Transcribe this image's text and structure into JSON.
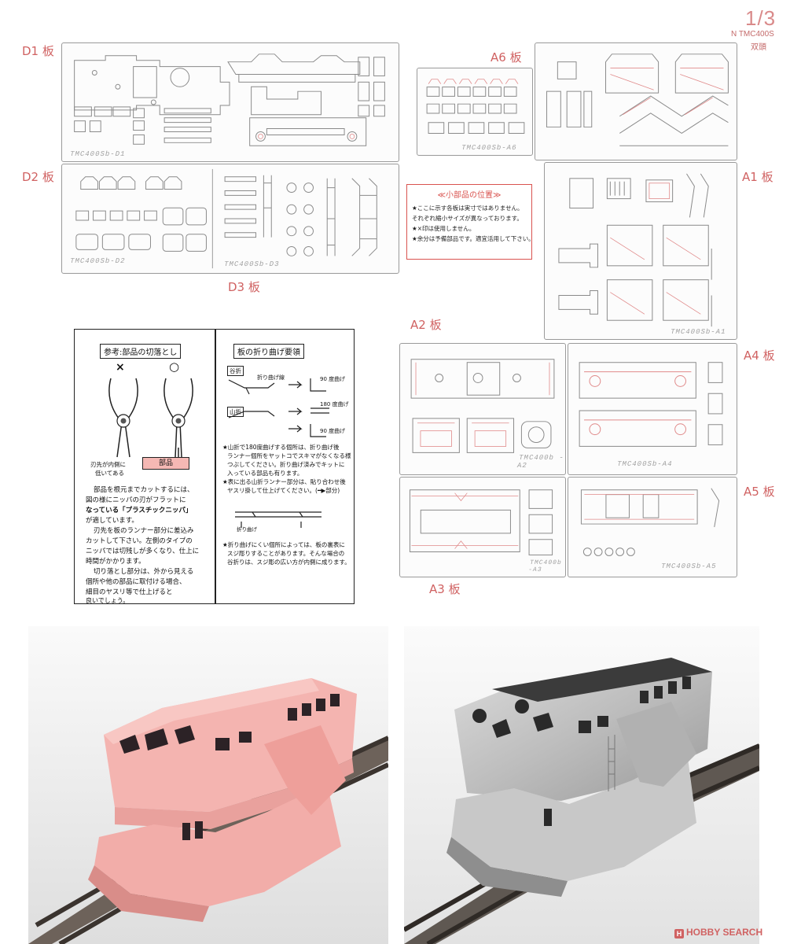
{
  "header": {
    "page": "1/3",
    "product_code": "N TMC400S",
    "variant": "双頭"
  },
  "plates": {
    "d1": "D1 板",
    "d2": "D2 板",
    "d3": "D3 板",
    "a1": "A1 板",
    "a2": "A2 板",
    "a3": "A3 板",
    "a4": "A4 板",
    "a5": "A5 板",
    "a6": "A6 板"
  },
  "sheet_codes": {
    "d1": "TMC400Sb-D1",
    "d2": "TMC400Sb-D2",
    "d3": "TMC400Sb-D3",
    "a1": "TMC400Sb-A1",
    "a2": "TMC400b -A2",
    "a3": "TMC400b -A3",
    "a4": "TMC400Sb-A4",
    "a5": "TMC400Sb-A5",
    "a6": "TMC400Sb-A6"
  },
  "notice": {
    "title": "≪小部品の位置≫",
    "lines": [
      "★ここに示す各板は実寸ではありません。",
      "それぞれ縮小サイズが異なっております。",
      "★×印は使用しません。",
      "★余分は予備部品です。適宜活用して下さい。"
    ]
  },
  "cutting": {
    "title": "参考:部品の切落とし",
    "mark_wrong": "×",
    "mark_right": "○",
    "blade_note": [
      "刃先が内側に",
      "低いてある"
    ],
    "part_label": "部品",
    "body": [
      "部品を根元までカットするには、",
      "図の様にニッパの刃がフラットに",
      "なっている「プラスチックニッパ」",
      "が適しています。",
      "刃先を板のランナー部分に差込み",
      "カットして下さい。左側のタイプの",
      "ニッパでは切残しが多くなり、仕上に",
      "時間がかかります。",
      "切り落とし部分は、外から見える",
      "個所や他の部品に取付ける場合、",
      "細目のヤスリ等で仕上げると",
      "良いでしょう。"
    ]
  },
  "bending": {
    "title": "板の折り曲げ要領",
    "valley": "谷折",
    "mountain": "山折",
    "fold_line": "折り曲げ線",
    "bend_90": "90 度曲げ",
    "bend_180": "180 度曲げ",
    "note1": [
      "★山折で180度曲げする個所は、折り曲げ後",
      "ランナー個所をヤットコでスキマがなくなる様",
      "つぶしてください。折り曲げ済みでキットに",
      "入っている部品も有ります。",
      "★表に出る山折ランナー部分は、貼り合わせ後",
      "ヤスリ掛して仕上げてください。(━▶部分)"
    ],
    "fold_small": "折り曲げ",
    "note2": [
      "★折り曲げにくい個所によっては、板の裏表に",
      "スジ彫りすることがあります。そんな場合の",
      "谷折りは、スジ彫の広い方が内側に成ります。"
    ]
  },
  "photos": {
    "left_body_color": "#f4b4b0",
    "right_body_color": "#c9c9c9"
  },
  "brand": {
    "icon": "H",
    "name": "HOBBY SEARCH",
    "color": "#d06262"
  },
  "colors": {
    "label": "#d06262",
    "accent": "#d9534f",
    "sheet_line": "#9a9a9a"
  }
}
